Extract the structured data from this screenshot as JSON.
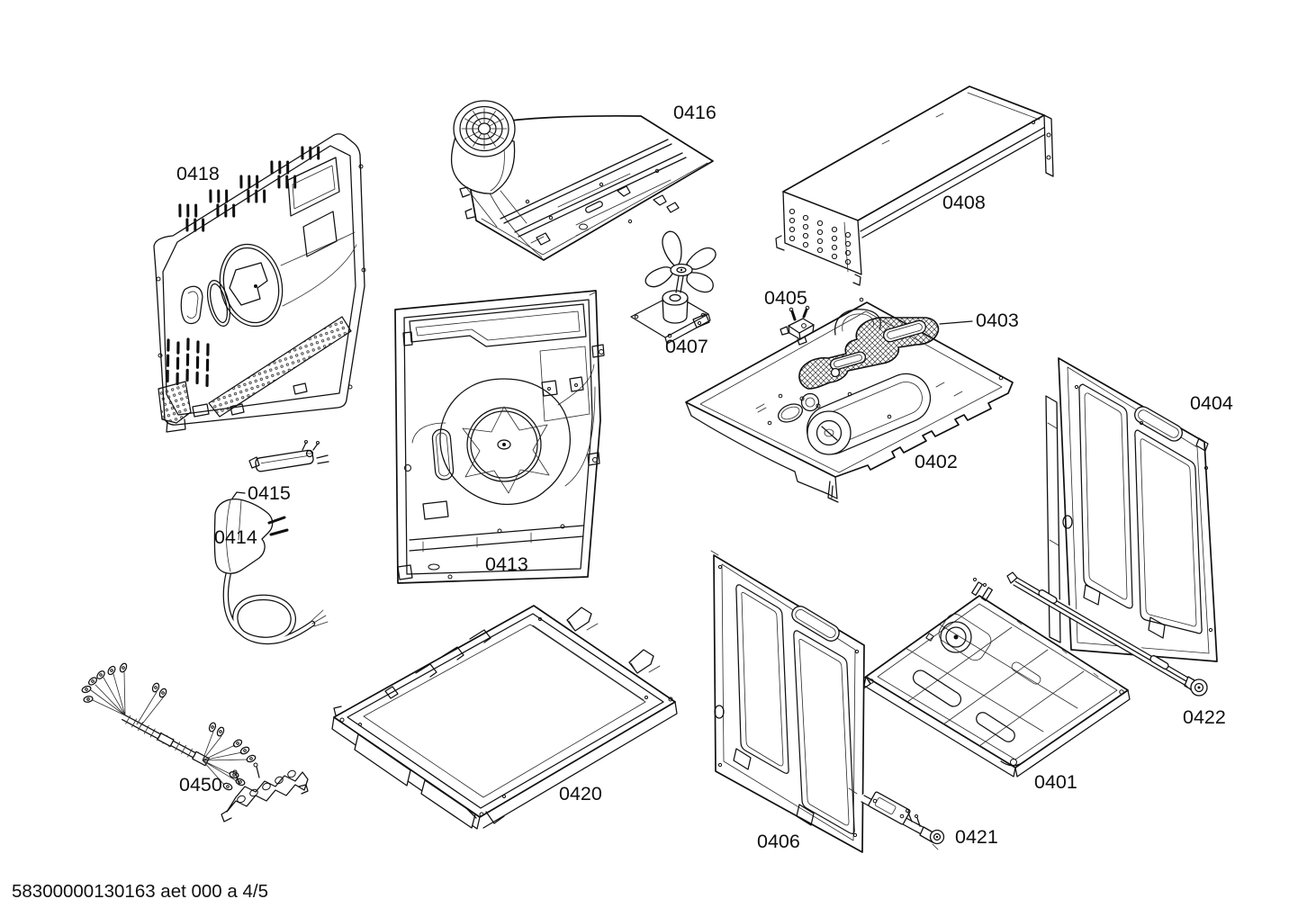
{
  "document": {
    "footer_ref": "58300000130163 aet 000 a 4/5",
    "background_color": "#ffffff",
    "line_color": "#101010"
  },
  "diagram": {
    "kind": "exploded-parts-diagram",
    "parts": {
      "p0401": {
        "label": "0401"
      },
      "p0402": {
        "label": "0402"
      },
      "p0403": {
        "label": "0403"
      },
      "p0404": {
        "label": "0404"
      },
      "p0405": {
        "label": "0405"
      },
      "p0406": {
        "label": "0406"
      },
      "p0407": {
        "label": "0407"
      },
      "p0408": {
        "label": "0408"
      },
      "p0413": {
        "label": "0413"
      },
      "p0414": {
        "label": "0414"
      },
      "p0415": {
        "label": "0415"
      },
      "p0416": {
        "label": "0416"
      },
      "p0418": {
        "label": "0418"
      },
      "p0420": {
        "label": "0420"
      },
      "p0421": {
        "label": "0421"
      },
      "p0422": {
        "label": "0422"
      },
      "p0450": {
        "label": "0450"
      }
    }
  }
}
